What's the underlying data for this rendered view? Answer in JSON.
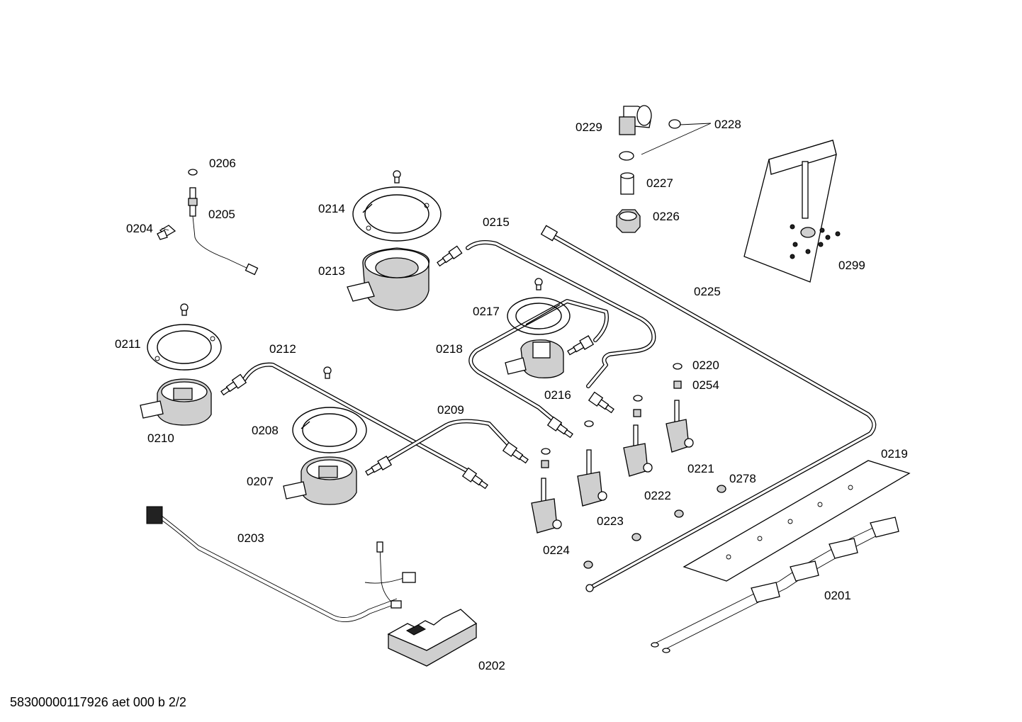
{
  "labels": {
    "p0201": "0201",
    "p0202": "0202",
    "p0203": "0203",
    "p0204": "0204",
    "p0205": "0205",
    "p0206": "0206",
    "p0207": "0207",
    "p0208": "0208",
    "p0209": "0209",
    "p0210": "0210",
    "p0211": "0211",
    "p0212": "0212",
    "p0213": "0213",
    "p0214": "0214",
    "p0215": "0215",
    "p0216": "0216",
    "p0217": "0217",
    "p0218": "0218",
    "p0219": "0219",
    "p0220": "0220",
    "p0221": "0221",
    "p0222": "0222",
    "p0223": "0223",
    "p0224": "0224",
    "p0225": "0225",
    "p0226": "0226",
    "p0227": "0227",
    "p0228": "0228",
    "p0229": "0229",
    "p0254": "0254",
    "p0278": "0278",
    "p0299": "0299"
  },
  "footer": "58300000117926 aet 000 b 2/2"
}
